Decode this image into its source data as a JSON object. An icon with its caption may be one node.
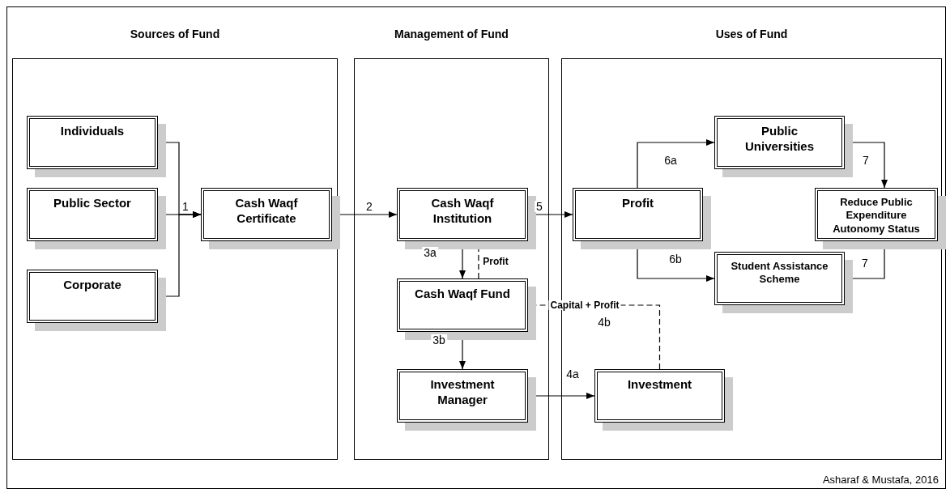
{
  "diagram": {
    "caption": "Asharaf & Mustafa, 2016",
    "nodes": [
      {
        "text": [
          "Sources of Fund"
        ]
      },
      {
        "text": [
          "Individuals"
        ],
        "in": 0
      },
      {
        "text": [
          "Public Sector"
        ],
        "in": 0
      },
      {
        "text": [
          "Corporate"
        ],
        "in": 0
      },
      {
        "text": [
          "Cash Waqf Certificate"
        ],
        "in": 0
      },
      {
        "text": [
          "Management of Fund"
        ]
      },
      {
        "text": [
          "Cash Waqf Institution"
        ],
        "in": 5
      },
      {
        "text": [
          "Cash Waqf Fund"
        ],
        "in": 5
      },
      {
        "text": [
          "Investment Manager"
        ],
        "in": 5
      },
      {
        "text": [
          "Uses of Fund"
        ]
      },
      {
        "text": [
          "Profit"
        ],
        "in": 9
      },
      {
        "text": [
          "Public Universities"
        ],
        "in": 9
      },
      {
        "text": [
          "Reduce Public Expenditure Autonomy Status"
        ],
        "in": 9
      },
      {
        "text": [
          "Student Assistance Scheme"
        ],
        "in": 9
      },
      {
        "text": [
          "Investment"
        ],
        "in": 9
      }
    ],
    "edges": [
      {
        "from": 1,
        "to": 4,
        "arrow": "to"
      },
      {
        "from": 2,
        "to": 4,
        "arrow": "to",
        "label": "1"
      },
      {
        "from": 3,
        "to": 4,
        "arrow": "to"
      },
      {
        "from": 4,
        "to": 6,
        "arrow": "to",
        "label": "2"
      },
      {
        "from": 6,
        "to": 7,
        "arrow": "to",
        "label": "3a"
      },
      {
        "from": 7,
        "to": 6,
        "arrow": "to",
        "label": "Profit",
        "style": "dashed"
      },
      {
        "from": 7,
        "to": 8,
        "arrow": "to",
        "label": "3b"
      },
      {
        "from": 6,
        "to": 10,
        "arrow": "to",
        "label": "5"
      },
      {
        "from": 8,
        "to": 14,
        "arrow": "to",
        "label": "4a"
      },
      {
        "from": 14,
        "to": 7,
        "arrow": "to",
        "label": "Capital + Profit",
        "style": "dashed"
      },
      {
        "from": 10,
        "to": 11,
        "arrow": "to",
        "label": "6a"
      },
      {
        "from": 10,
        "to": 13,
        "arrow": "to",
        "label": "6b"
      },
      {
        "from": 11,
        "to": 12,
        "arrow": "to",
        "label": "7"
      },
      {
        "from": 13,
        "to": 12,
        "arrow": "to",
        "label": "7"
      }
    ],
    "labels": [
      "4b"
    ]
  }
}
